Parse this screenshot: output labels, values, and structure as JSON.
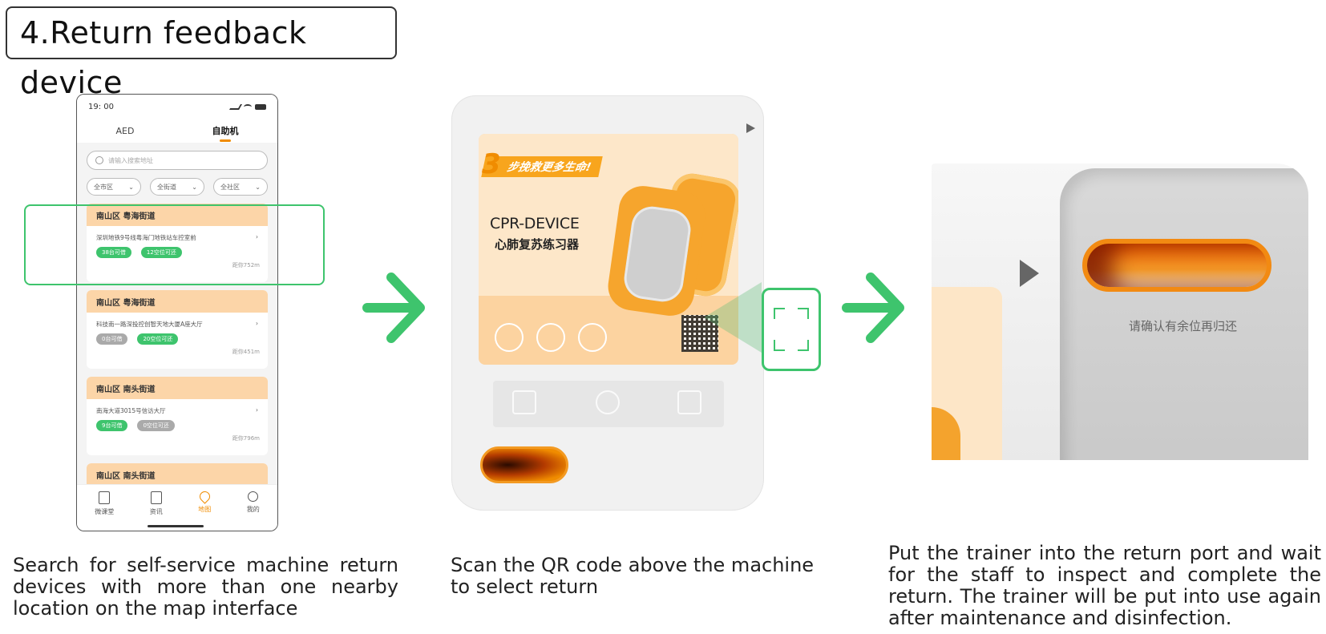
{
  "title": "4.Return feedback device",
  "phone": {
    "time": "19: 00",
    "tabs": [
      "AED",
      "自助机"
    ],
    "search_placeholder": "请输入搜索地址",
    "filters": [
      "全市区",
      "全街道",
      "全社区"
    ],
    "cards": [
      {
        "district": "南山区 粤海街道",
        "address": "深圳地铁9号线粤海门地铁站车控室前",
        "pills": [
          "38台可借",
          "12空位可还"
        ],
        "distance": "距你752m"
      },
      {
        "district": "南山区 粤海街道",
        "address": "科技南一路深投控创智天地大厦A座大厅",
        "pills": [
          "0台可借",
          "20空位可还"
        ],
        "distance": "距你451m"
      },
      {
        "district": "南山区 南头街道",
        "address": "南海大道3015号信访大厅",
        "pills": [
          "9台可借",
          "0空位可还"
        ],
        "distance": "距你796m"
      },
      {
        "district": "南山区 南头街道"
      }
    ],
    "nav": [
      "微课堂",
      "资讯",
      "地图",
      "我的"
    ]
  },
  "device_screen": {
    "slogan_num": "3",
    "slogan": "步挽救更多生命!",
    "brand": "CPR-DEVICE",
    "brand_cn": "心肺复苏练习器"
  },
  "closeup": {
    "notice": "请确认有余位再归还"
  },
  "descriptions": [
    "Search for self-service machine return devices with more than one nearby location on the map interface",
    "Scan the QR code above the machine to select return",
    "Put the trainer into the return port and wait for the staff to inspect and complete the return. The trainer will be put into use again after maintenance and disinfection."
  ],
  "colors": {
    "accent_green": "#3ec46d",
    "accent_orange": "#f08c00"
  }
}
